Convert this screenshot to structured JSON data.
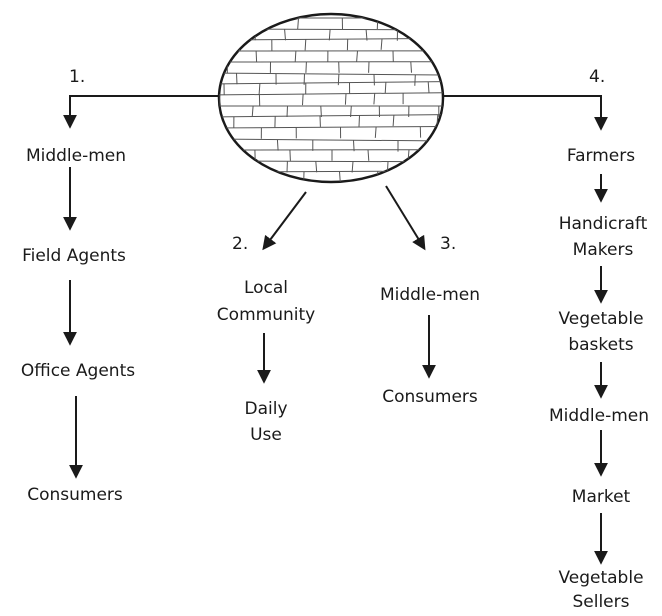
{
  "diagram": {
    "center_image": "woven-bamboo-mat",
    "branches": [
      {
        "number": "1.",
        "nodes": [
          "Middle-men",
          "Field Agents",
          "Office Agents",
          "Consumers"
        ]
      },
      {
        "number": "2.",
        "nodes": [
          "Local",
          "Community",
          "Daily",
          "Use"
        ]
      },
      {
        "number": "3.",
        "nodes": [
          "Middle-men",
          "Consumers"
        ]
      },
      {
        "number": "4.",
        "nodes": [
          "Farmers",
          "Handicraft",
          "Makers",
          "Vegetable",
          "baskets",
          "Middle-men",
          "Market",
          "Vegetable",
          "Sellers"
        ]
      }
    ]
  }
}
